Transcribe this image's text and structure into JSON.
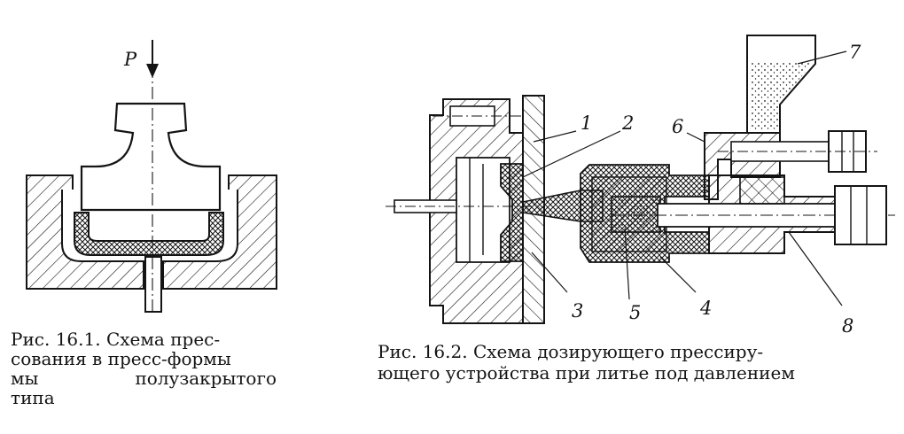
{
  "figure1": {
    "force_label": "P",
    "caption_lines": [
      "Рис. 16.1. Схема прес-",
      "сования в пресс-формы",
      "мы полузакрытого",
      "типа"
    ]
  },
  "figure2": {
    "part_labels": [
      "1",
      "2",
      "3",
      "4",
      "5",
      "6",
      "7",
      "8"
    ],
    "caption_lines": [
      "Рис. 16.2. Схема дозирующего прессиру-",
      "ющего устройства при литье под давлением"
    ]
  },
  "colors": {
    "ink": "#141414",
    "paper": "#ffffff"
  }
}
